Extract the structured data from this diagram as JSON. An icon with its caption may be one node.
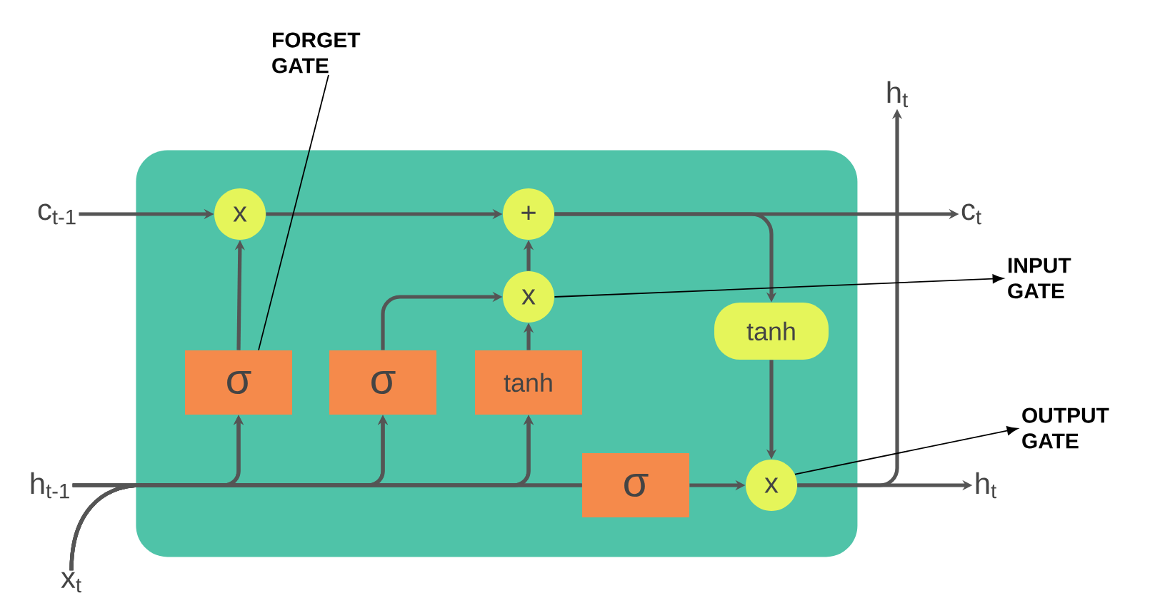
{
  "diagram": {
    "nodes": [
      {
        "text": [],
        "shape": "box"
      },
      {
        "text": [
          "c$_{t-1}$"
        ]
      },
      {
        "text": [
          "h$_{t-1}$"
        ]
      },
      {
        "text": [
          "x$_{t}$"
        ]
      },
      {
        "text": [
          "x"
        ],
        "in": 0
      },
      {
        "text": [
          "+"
        ],
        "in": 0
      },
      {
        "text": [
          "x"
        ],
        "in": 0
      },
      {
        "text": [
          "σ"
        ],
        "in": 0
      },
      {
        "text": [
          "σ"
        ],
        "in": 0
      },
      {
        "text": [
          "tanh"
        ],
        "in": 0
      },
      {
        "text": [
          "tanh"
        ],
        "in": 0
      },
      {
        "text": [
          "σ"
        ],
        "in": 0
      },
      {
        "text": [
          "x"
        ],
        "in": 0
      },
      {
        "text": [
          "c$_{t}$"
        ]
      },
      {
        "text": [
          "h$_{t}$"
        ]
      },
      {
        "text": [
          "h$_{t}$"
        ]
      },
      {
        "text": [
          "FORGET GATE"
        ]
      },
      {
        "text": [
          "INPUT GATE"
        ]
      },
      {
        "text": [
          "OUTPUT GATE"
        ]
      }
    ],
    "edges": [
      {
        "from": 1,
        "to": 4,
        "arrow": "to"
      },
      {
        "from": 7,
        "to": 4,
        "arrow": "to"
      },
      {
        "from": 4,
        "to": 5,
        "arrow": "to"
      },
      {
        "from": 8,
        "to": 6,
        "arrow": "to"
      },
      {
        "from": 9,
        "to": 6,
        "arrow": "to"
      },
      {
        "from": 6,
        "to": 5,
        "arrow": "to"
      },
      {
        "from": 5,
        "to": 13,
        "arrow": "to"
      },
      {
        "from": 5,
        "to": 10,
        "arrow": "to"
      },
      {
        "from": 2,
        "to": 7,
        "arrow": "to"
      },
      {
        "from": 2,
        "to": 8,
        "arrow": "to"
      },
      {
        "from": 2,
        "to": 9,
        "arrow": "to"
      },
      {
        "from": 2,
        "to": 11,
        "arrow": "none"
      },
      {
        "from": 3,
        "to": 7,
        "arrow": "to"
      },
      {
        "from": 3,
        "to": 8,
        "arrow": "to"
      },
      {
        "from": 3,
        "to": 9,
        "arrow": "to"
      },
      {
        "from": 3,
        "to": 11,
        "arrow": "none"
      },
      {
        "from": 11,
        "to": 12,
        "arrow": "to"
      },
      {
        "from": 10,
        "to": 12,
        "arrow": "to"
      },
      {
        "from": 12,
        "to": 15,
        "arrow": "to"
      },
      {
        "from": 12,
        "to": 14,
        "arrow": "to"
      },
      {
        "from": 16,
        "to": 7,
        "arrow": "none",
        "color": "#000000"
      },
      {
        "from": 6,
        "to": 17,
        "arrow": "to",
        "color": "#000000"
      },
      {
        "from": 12,
        "to": 18,
        "arrow": "to",
        "color": "#000000"
      }
    ]
  }
}
